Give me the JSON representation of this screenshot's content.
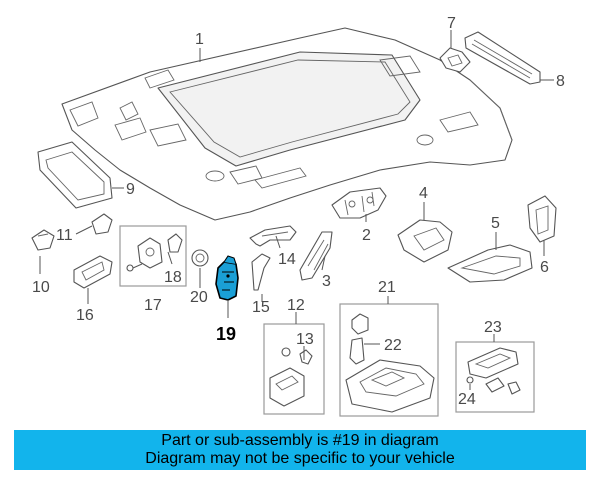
{
  "diagram": {
    "callouts": {
      "c1": "1",
      "c2": "2",
      "c3": "3",
      "c4": "4",
      "c5": "5",
      "c6": "6",
      "c7": "7",
      "c8": "8",
      "c9": "9",
      "c10": "10",
      "c11": "11",
      "c12": "12",
      "c13": "13",
      "c14": "14",
      "c15": "15",
      "c16": "16",
      "c17": "17",
      "c18": "18",
      "c19": "19",
      "c20": "20",
      "c21": "21",
      "c22": "22",
      "c23": "23",
      "c24": "24"
    },
    "highlighted_part": "19",
    "highlight_color": "#1a9fd6"
  },
  "banner": {
    "line1": "Part or sub-assembly is #19 in diagram",
    "line2": "Diagram may not be specific to your vehicle",
    "background": "#12b4ec"
  }
}
